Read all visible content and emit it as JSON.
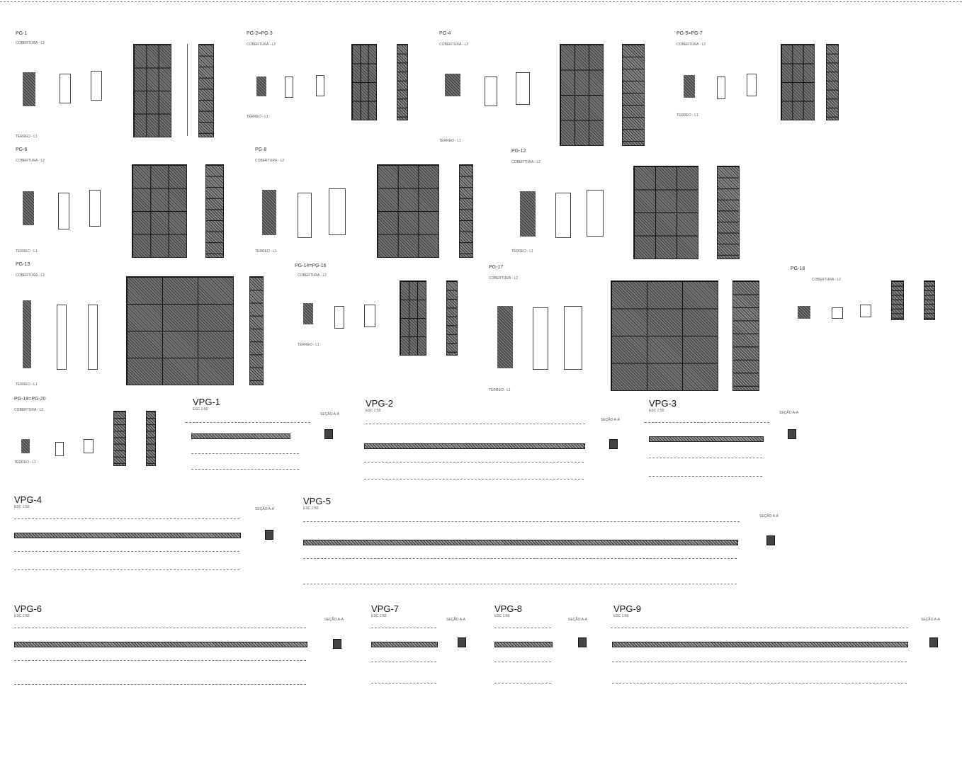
{
  "sheet": {
    "pillars": [
      {
        "id": "PG-1",
        "note1": "COBERTURA - L2",
        "note2": "TÉRREO - L1"
      },
      {
        "id": "PG-2=PG-3",
        "note1": "COBERTURA - L2",
        "note2": "TÉRREO - L1"
      },
      {
        "id": "PG-4",
        "note1": "COBERTURA - L2",
        "note2": "TÉRREO - L1"
      },
      {
        "id": "PG-5=PG-7",
        "note1": "COBERTURA - L2",
        "note2": "TÉRREO - L1"
      },
      {
        "id": "PG-6",
        "note1": "COBERTURA - L2",
        "note2": "TÉRREO - L1"
      },
      {
        "id": "PG-8",
        "note1": "COBERTURA - L2",
        "note2": "TÉRREO - L1"
      },
      {
        "id": "PG-12",
        "note1": "COBERTURA - L2",
        "note2": "TÉRREO - L1"
      },
      {
        "id": "PG-13",
        "note1": "COBERTURA - L2",
        "note2": "TÉRREO - L1"
      },
      {
        "id": "PG-14=PG-16",
        "note1": "COBERTURA - L2",
        "note2": "TÉRREO - L1"
      },
      {
        "id": "PG-17",
        "note1": "COBERTURA - L2",
        "note2": "TÉRREO - L1"
      },
      {
        "id": "PG-18",
        "note1": "COBERTURA - L2",
        "note2": ""
      },
      {
        "id": "PG-19=PG-20",
        "note1": "COBERTURA - L2",
        "note2": "TÉRREO - L1"
      }
    ],
    "beams": [
      {
        "id": "VPG-1",
        "scale": "ESC 1:50",
        "section": "SEÇÃO A-A"
      },
      {
        "id": "VPG-2",
        "scale": "ESC 1:50",
        "section": "SEÇÃO A-A"
      },
      {
        "id": "VPG-3",
        "scale": "ESC 1:50",
        "section": "SEÇÃO A-A"
      },
      {
        "id": "VPG-4",
        "scale": "ESC 1:50",
        "section": "SEÇÃO A-A"
      },
      {
        "id": "VPG-5",
        "scale": "ESC 1:50",
        "section": "SEÇÃO A-A"
      },
      {
        "id": "VPG-6",
        "scale": "ESC 1:50",
        "section": "SEÇÃO A-A"
      },
      {
        "id": "VPG-7",
        "scale": "ESC 1:50",
        "section": "SEÇÃO A-A"
      },
      {
        "id": "VPG-8",
        "scale": "ESC 1:50",
        "section": "SEÇÃO A-A"
      },
      {
        "id": "VPG-9",
        "scale": "ESC 1:50",
        "section": "SEÇÃO A-A"
      }
    ]
  }
}
